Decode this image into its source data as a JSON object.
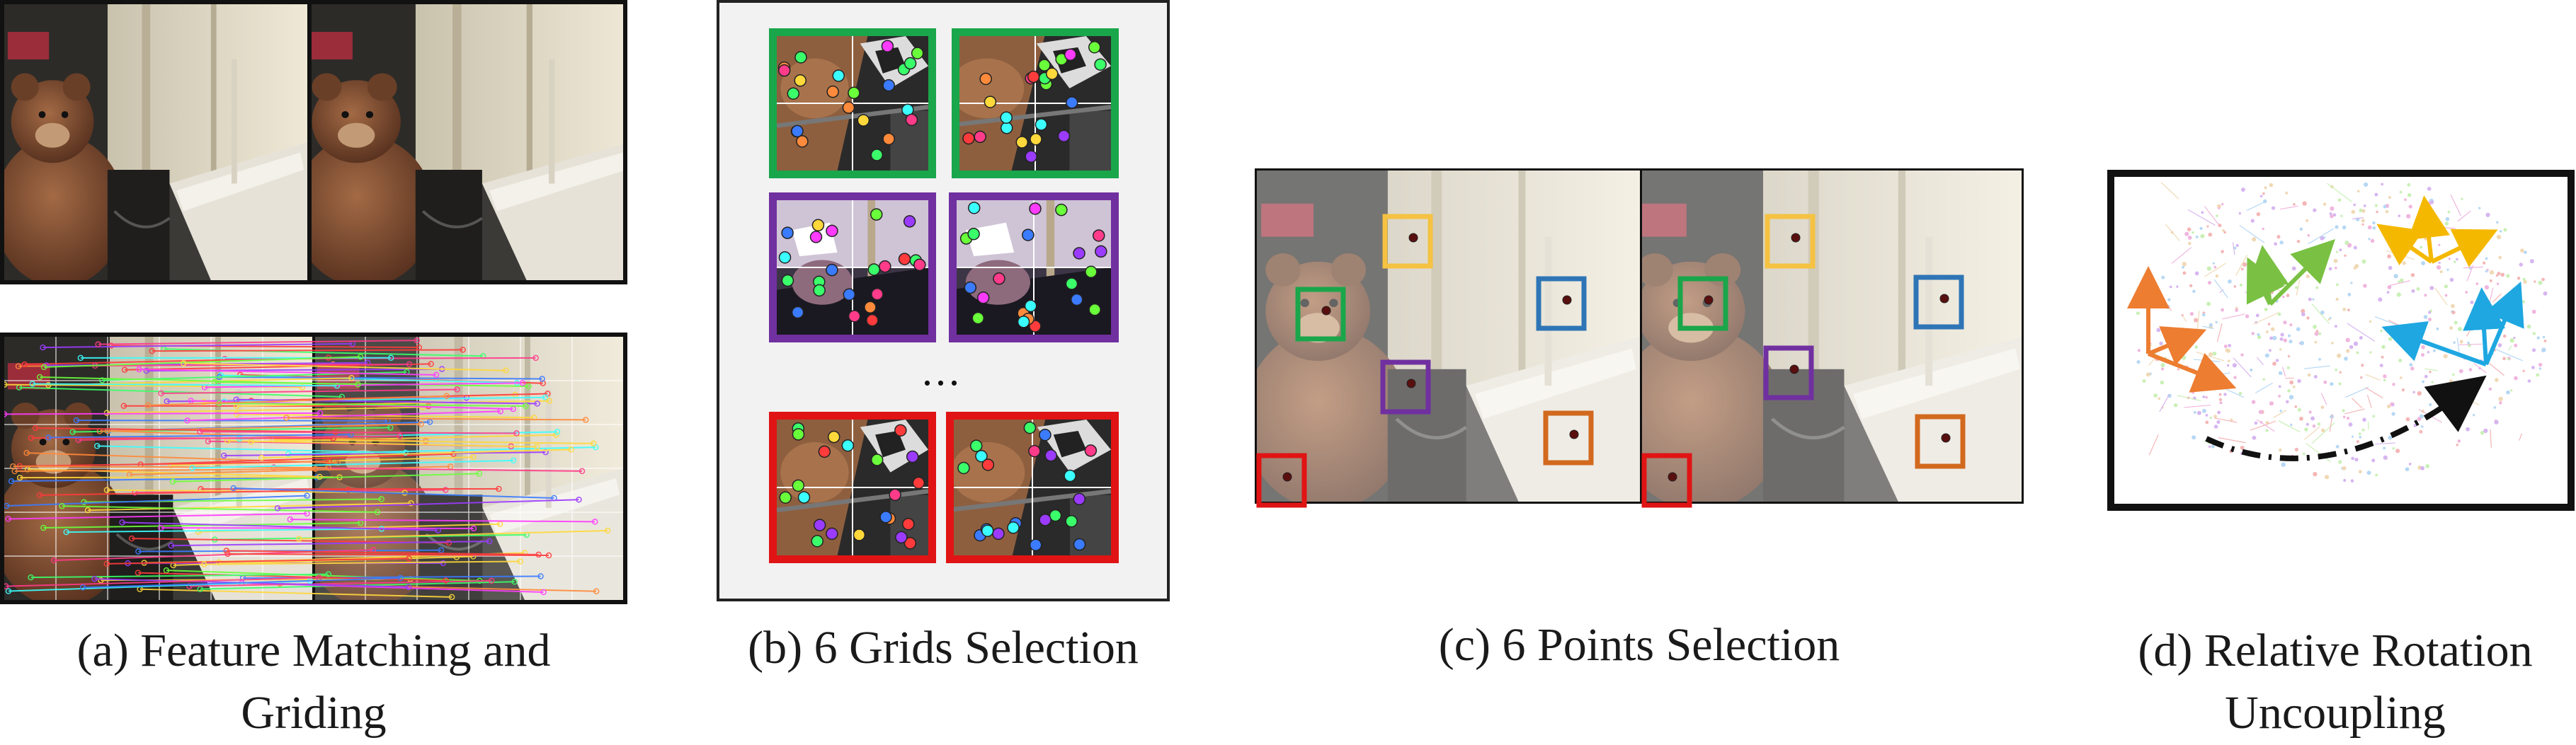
{
  "panels": [
    {
      "id": "a",
      "caption_line1": "(a) Feature Matching and",
      "caption_line2": "Griding"
    },
    {
      "id": "b",
      "caption_line1": "(b) 6 Grids Selection",
      "ellipsis": "..."
    },
    {
      "id": "c",
      "caption_line1": "(c) 6 Points Selection"
    },
    {
      "id": "d",
      "caption_line1": "(d) Relative Rotation",
      "caption_line2": "Uncoupling"
    }
  ],
  "colors": {
    "green": "#1aa64a",
    "purple": "#7030a0",
    "red": "#e01414",
    "yellow": "#f5c242",
    "blue": "#2e75b6",
    "orange": "#d2691e",
    "arrow_orange": "#ed7d31",
    "arrow_green": "#7ac143",
    "arrow_yellow": "#f5b800",
    "arrow_blue": "#1ea7e1"
  },
  "icons": [
    "teddy-bear-photo",
    "feature-match-lines",
    "grid-overlay",
    "selection-box",
    "rotation-arrow"
  ]
}
